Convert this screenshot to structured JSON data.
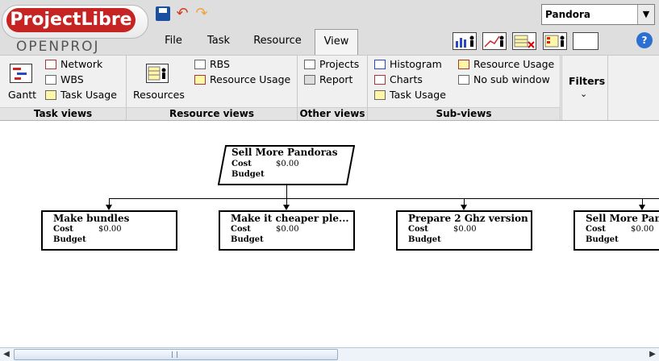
{
  "app": {
    "logo_main": "ProjectLibre",
    "logo_sub": "OPENPROJ"
  },
  "project_select": {
    "value": "Pandora"
  },
  "menu": {
    "tabs": [
      "File",
      "Task",
      "Resource",
      "View"
    ],
    "active": "View"
  },
  "ribbon": {
    "task_views": {
      "title": "Task views",
      "gantt": "Gantt",
      "network": "Network",
      "wbs": "WBS",
      "task_usage": "Task Usage"
    },
    "resource_views": {
      "title": "Resource views",
      "resources": "Resources",
      "rbs": "RBS",
      "resource_usage": "Resource Usage"
    },
    "other_views": {
      "title": "Other views",
      "projects": "Projects",
      "report": "Report"
    },
    "sub_views": {
      "title": "Sub-views",
      "histogram": "Histogram",
      "charts": "Charts",
      "task_usage": "Task Usage",
      "resource_usage": "Resource Usage",
      "no_sub_window": "No sub window"
    },
    "filters": {
      "label": "Filters"
    }
  },
  "wbs": {
    "root": {
      "name": "Sell More Pandoras",
      "cost_label": "Cost",
      "cost": "$0.00",
      "budget_label": "Budget"
    },
    "children": [
      {
        "name": "Make bundles",
        "cost_label": "Cost",
        "cost": "$0.00",
        "budget_label": "Budget"
      },
      {
        "name": "Make it cheaper ple...",
        "cost_label": "Cost",
        "cost": "$0.00",
        "budget_label": "Budget"
      },
      {
        "name": "Prepare 2 Ghz version",
        "cost_label": "Cost",
        "cost": "$0.00",
        "budget_label": "Budget"
      },
      {
        "name": "Sell More Pandoras",
        "cost_label": "Cost",
        "cost": "$0.00",
        "budget_label": "Budget"
      }
    ]
  }
}
